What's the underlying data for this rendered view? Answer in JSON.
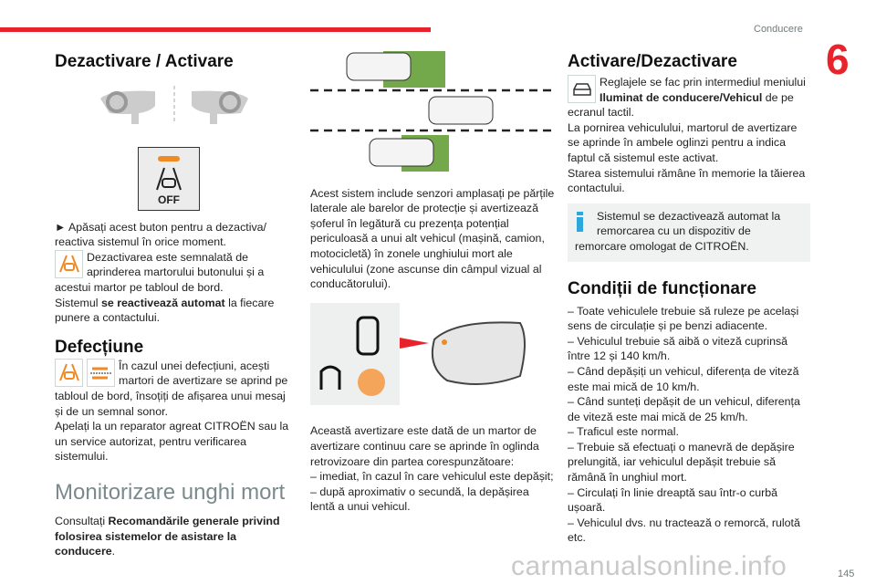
{
  "header": {
    "chapter_title": "Conducere",
    "chapter_number": "6"
  },
  "left": {
    "h_deact": "Dezactivare / Activare",
    "off_label": "OFF",
    "p1": "► Apăsați acest buton pentru a dezactiva/ reactiva sistemul în orice moment.",
    "p2": "Dezactivarea este semnalată de aprinderea martorului butonului și a acestui martor pe tabloul de bord.",
    "p3a": "Sistemul ",
    "p3b": "se reactivează automat",
    "p3c": " la fiecare punere a contactului.",
    "h_def": "Defecțiune",
    "p4": "În cazul unei defecțiuni, acești martori de avertizare se aprind pe tabloul de bord, însoțiți de afișarea unui mesaj și de un semnal sonor.",
    "p5": "Apelați la un reparator agreat CITROËN sau la un service autorizat, pentru verificarea sistemului.",
    "h_mon": "Monitorizare unghi mort",
    "p6a": "Consultați ",
    "p6b": "Recomandările generale privind folosirea sistemelor de asistare la conducere",
    "p6c": "."
  },
  "middle": {
    "p1": "Acest sistem include senzori amplasați pe părțile laterale ale barelor de protecție și avertizează șoferul în legătură cu prezența potențial periculoasă a unui alt vehicul (mașină, camion, motocicletă) în zonele unghiului mort ale vehiculului (zone ascunse din câmpul vizual al conducătorului).",
    "p2": "Această avertizare este dată de un martor de avertizare continuu care se aprinde în oglinda retrovizoare din partea corespunzătoare:",
    "p3": "– imediat, în cazul în care vehiculul este depășit;",
    "p4": "– după aproximativ o secundă, la depășirea lentă a unui vehicul."
  },
  "right": {
    "h_act": "Activare/Dezactivare",
    "p1a": "Reglajele se fac prin intermediul meniului ",
    "p1b": "Iluminat de conducere/Vehicul",
    "p1c": " de pe ecranul tactil.",
    "p2": "La pornirea vehiculului, martorul de avertizare se aprinde în ambele oglinzi pentru a indica faptul că sistemul este activat.",
    "p3": "Starea sistemului rămâne în memorie la tăierea contactului.",
    "info": "Sistemul se dezactivează automat la remorcarea cu un dispozitiv de remorcare omologat de CITROËN.",
    "h_cond": "Condiții de funcționare",
    "conds": [
      "– Toate vehiculele trebuie să ruleze pe același sens de circulație și pe benzi adiacente.",
      "– Vehiculul trebuie să aibă o viteză cuprinsă între 12 și 140 km/h.",
      "– Când depășiți un vehicul, diferența de viteză este mai mică de 10 km/h.",
      "– Când sunteți depășit de un vehicul, diferența de viteză este mai mică de 25 km/h.",
      "– Traficul este normal.",
      "– Trebuie să efectuați o manevră de depășire prelungită, iar vehiculul depășit trebuie să rămână în unghiul mort.",
      "– Circulați în linie dreaptă sau într-o curbă ușoară.",
      "– Vehiculul dvs. nu tractează o remorcă, rulotă etc."
    ]
  },
  "footer": {
    "page_number": "145",
    "watermark": "carmanualsonline.info"
  }
}
